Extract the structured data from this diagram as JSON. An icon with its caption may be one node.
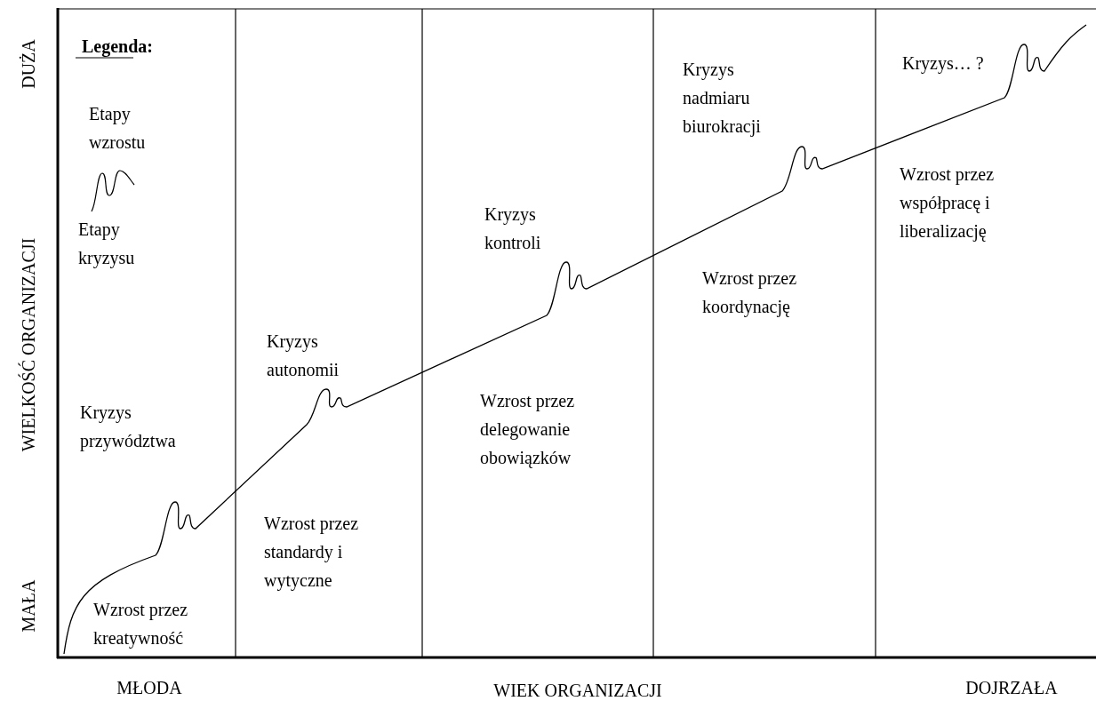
{
  "diagram": {
    "labels": [
      "DUŻA",
      "WIELKOŚĆ ORGANIZACJI",
      "MAŁA",
      "Legenda:",
      "Kryzys… ?",
      "Kryzys nadmiaru biurokracji",
      "Wzrost przez współpracę i liberalizację",
      "Kryzys kontroli",
      "Wzrost przez koordynację",
      "Kryzys autonomii",
      "Wzrost przez delegowanie obowiązków",
      "Kryzys przywództwa",
      "Wzrost przez standardy i wytyczne",
      "Wzrost przez kreatywność",
      "MŁODA",
      "WIEK ORGANIZACJI",
      "DOJRZAŁA"
    ],
    "legend": [
      {
        "text": "Etapy wzrostu"
      },
      {
        "text": "Etapy kryzysu"
      }
    ]
  }
}
